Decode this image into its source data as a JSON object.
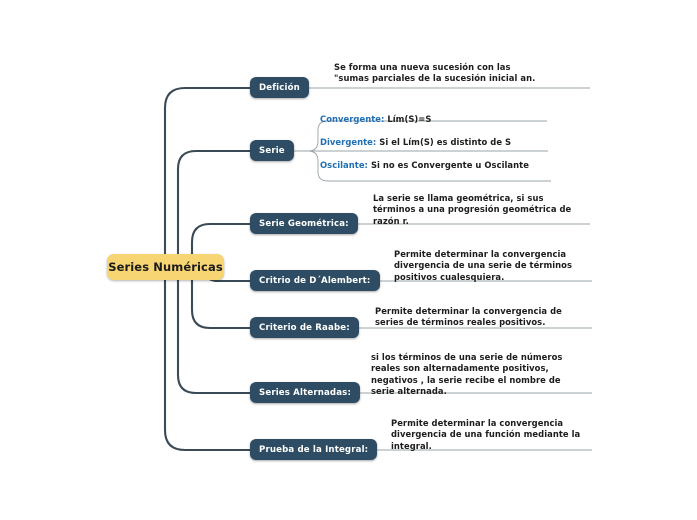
{
  "mindmap": {
    "root": {
      "label": "Series Numéricas",
      "color": "#f7d572"
    },
    "node_color": "#2e4c63",
    "accent_color": "#1f6fb2",
    "branches": [
      {
        "id": "definicion",
        "label": "Defición",
        "note": "Se forma una nueva sucesión con las\n\"sumas parciales de la sucesión inicial an."
      },
      {
        "id": "serie",
        "label": "Serie",
        "note": "",
        "children": [
          {
            "key": "Convergente:",
            "value": "Lím(S)=S"
          },
          {
            "key": "Divergente:",
            "value": "Si el Lím(S) es distinto de S"
          },
          {
            "key": "Oscilante:",
            "value": "Si no es Convergente u Oscilante"
          }
        ]
      },
      {
        "id": "serie-geometrica",
        "label": "Serie Geométrica:",
        "note": "La serie se llama geométrica, si sus\ntérminos a una progresión geométrica de\nrazón r."
      },
      {
        "id": "criterio-dalembert",
        "label": "Critrio de D´Alembert:",
        "note": "Permite determinar la convergencia\ndivergencia de una serie de términos\npositivos cualesquiera."
      },
      {
        "id": "criterio-raabe",
        "label": "Criterio de Raabe:",
        "note": "Permite determinar la convergencia de\nseries de términos reales positivos."
      },
      {
        "id": "series-alternadas",
        "label": "Series Alternadas:",
        "note": "si los términos de una serie de números\nreales son alternadamente positivos,\nnegativos , la serie recibe el nombre de\nserie alternada."
      },
      {
        "id": "prueba-integral",
        "label": "Prueba de la Integral:",
        "note": "Permite determinar la convergencia\ndivergencia de una función mediante la\nintegral."
      }
    ]
  }
}
